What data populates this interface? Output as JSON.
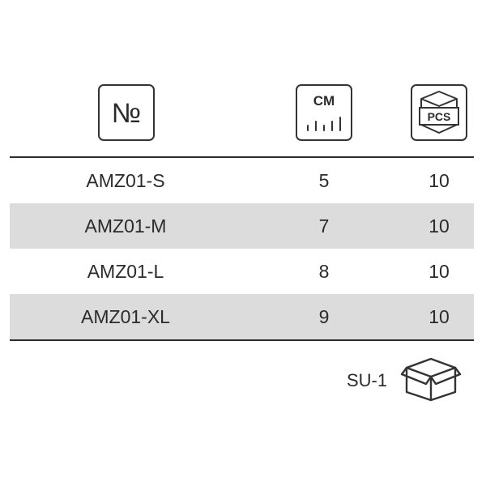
{
  "header": {
    "number_symbol": "№",
    "cm_label": "CM",
    "pcs_label": "PCS"
  },
  "rows": [
    {
      "name": "AMZ01-S",
      "cm": "5",
      "pcs": "10"
    },
    {
      "name": "AMZ01-M",
      "cm": "7",
      "pcs": "10"
    },
    {
      "name": "AMZ01-L",
      "cm": "8",
      "pcs": "10"
    },
    {
      "name": "AMZ01-XL",
      "cm": "9",
      "pcs": "10"
    }
  ],
  "footer": {
    "su_label": "SU-1",
    "icon": "box-icon"
  },
  "colors": {
    "text": "#2b2b2b",
    "row_shade": "#dcdcdc"
  }
}
